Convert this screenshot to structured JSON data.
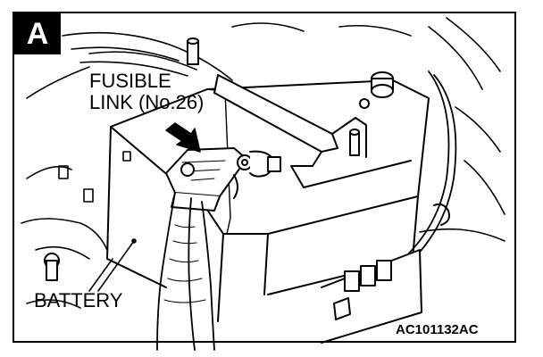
{
  "figure": {
    "panel_tag": "A",
    "callout_line1": "FUSIBLE",
    "callout_line2": "LINK (No.26)",
    "battery_label": "BATTERY",
    "reference_code": "AC101132AC"
  },
  "colors": {
    "ink": "#000000",
    "paper": "#ffffff"
  }
}
